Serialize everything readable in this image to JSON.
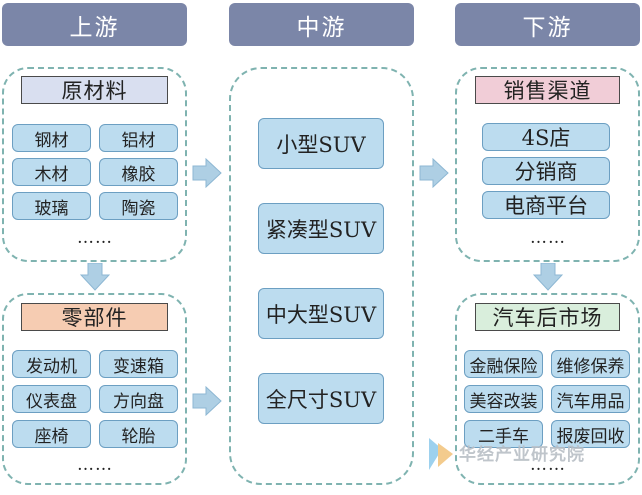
{
  "headers": {
    "upstream": "上游",
    "midstream": "中游",
    "downstream": "下游"
  },
  "upstream": {
    "raw_materials": {
      "label": "原材料",
      "items": [
        "钢材",
        "铝材",
        "木材",
        "橡胶",
        "玻璃",
        "陶瓷"
      ],
      "more": "……"
    },
    "parts": {
      "label": "零部件",
      "items": [
        "发动机",
        "变速箱",
        "仪表盘",
        "方向盘",
        "座椅",
        "轮胎"
      ],
      "more": "……"
    }
  },
  "midstream": {
    "items": [
      "小型SUV",
      "紧凑型SUV",
      "中大型SUV",
      "全尺寸SUV"
    ]
  },
  "downstream": {
    "sales_channels": {
      "label": "销售渠道",
      "items": [
        "4S店",
        "分销商",
        "电商平台"
      ],
      "more": "……"
    },
    "aftermarket": {
      "label": "汽车后市场",
      "items": [
        "金融保险",
        "维修保养",
        "美容改装",
        "汽车用品",
        "二手车",
        "报废回收"
      ],
      "more": "……"
    }
  },
  "watermark": "华经产业研究院",
  "colors": {
    "header": "#7b86a8",
    "cell": "#bcdcef",
    "dashed_border": "#7fb3b0",
    "arrow": "#aecfe4"
  }
}
